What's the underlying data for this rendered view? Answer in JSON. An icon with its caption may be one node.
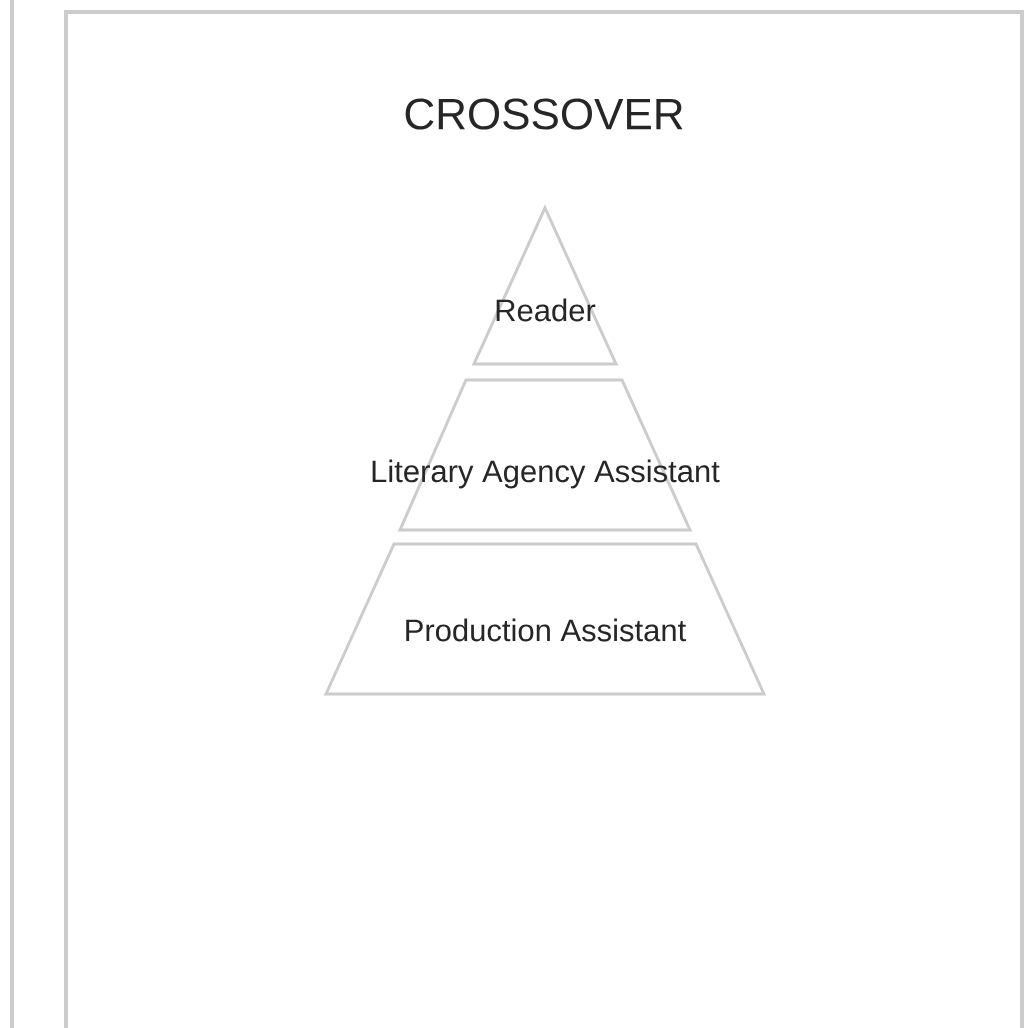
{
  "diagram": {
    "nodes": [
      {
        "text": [
          "CROSSOVER"
        ]
      },
      {
        "text": [
          "Reader"
        ],
        "in": 0
      },
      {
        "text": [
          "Literary Agency Assistant"
        ],
        "in": 0
      },
      {
        "text": [
          "Production Assistant"
        ],
        "in": 0
      }
    ]
  }
}
